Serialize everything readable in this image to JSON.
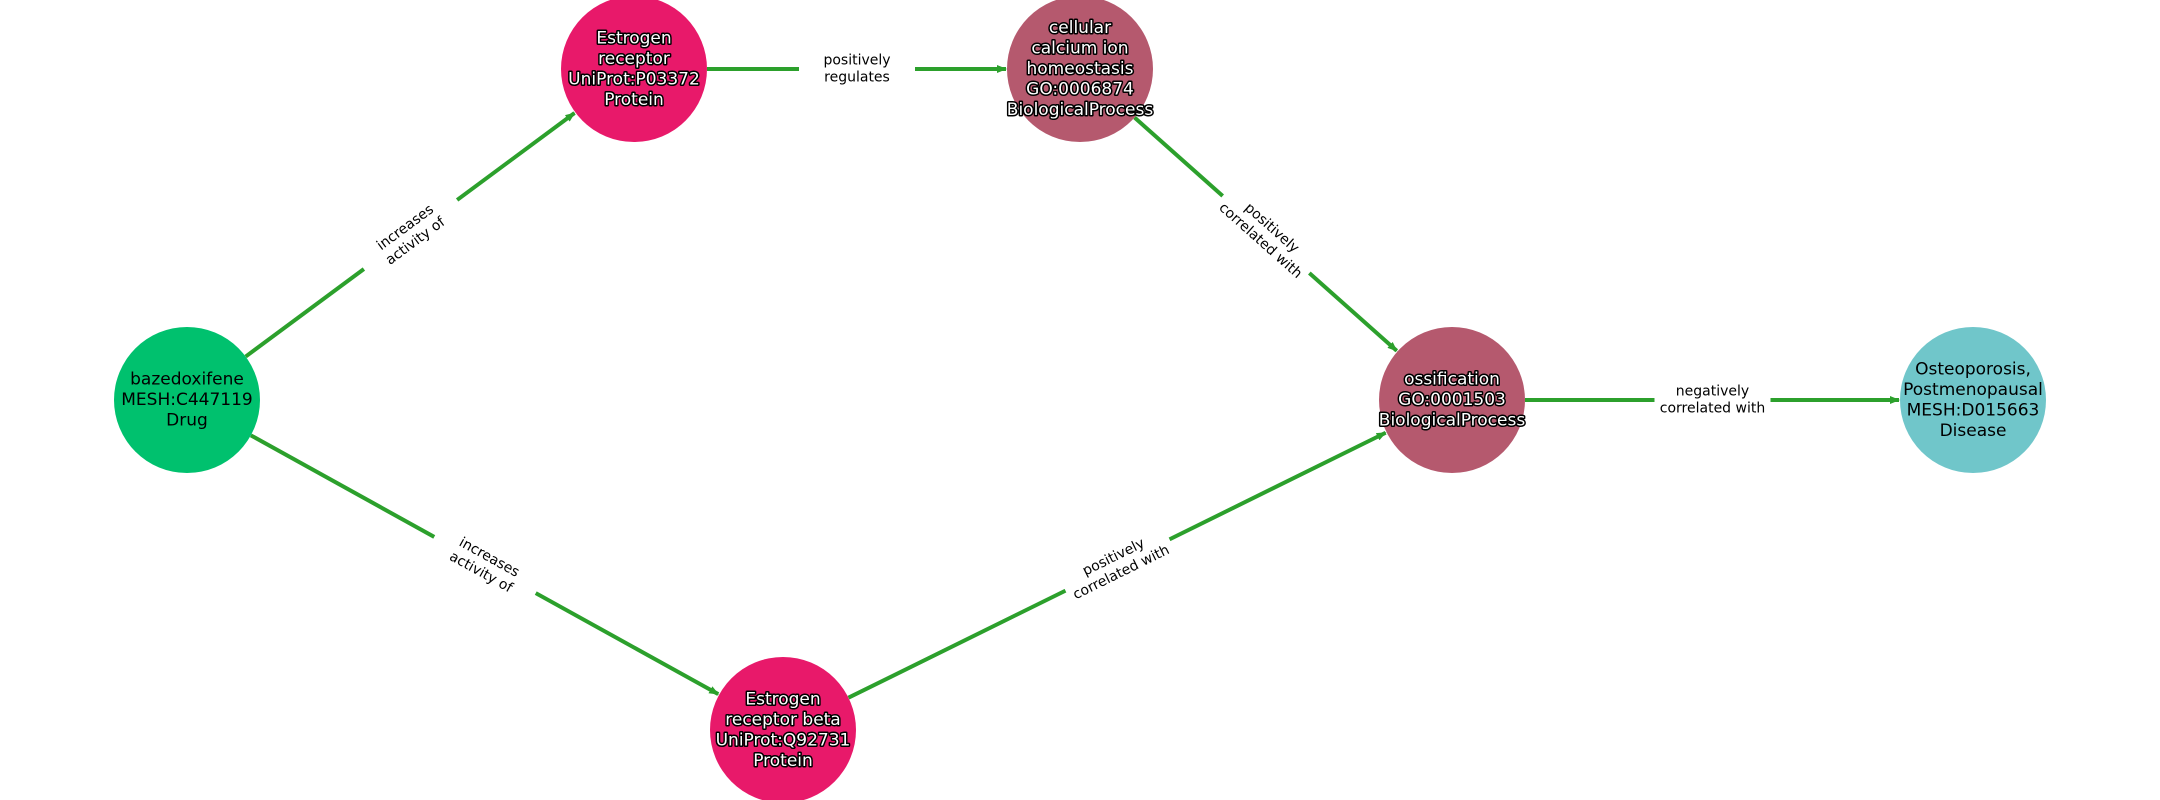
{
  "colors": {
    "edge": "#2ca02c",
    "Drug": "#00c16e",
    "Protein": "#e8196a",
    "BiologicalProcess": "#b5596e",
    "Disease": "#70c6ca"
  },
  "nodes": [
    {
      "id": "bazedoxifene",
      "type": "Drug",
      "lines": [
        "bazedoxifene",
        "MESH:C447119",
        "Drug"
      ]
    },
    {
      "id": "esr1",
      "type": "Protein",
      "lines": [
        "Estrogen",
        "receptor",
        "UniProt:P03372",
        "Protein"
      ]
    },
    {
      "id": "esr2",
      "type": "Protein",
      "lines": [
        "Estrogen",
        "receptor beta",
        "UniProt:Q92731",
        "Protein"
      ]
    },
    {
      "id": "calcium",
      "type": "BiologicalProcess",
      "lines": [
        "cellular",
        "calcium ion",
        "homeostasis",
        "GO:0006874",
        "BiologicalProcess"
      ]
    },
    {
      "id": "ossification",
      "type": "BiologicalProcess",
      "lines": [
        "ossification",
        "GO:0001503",
        "BiologicalProcess"
      ]
    },
    {
      "id": "osteoporosis",
      "type": "Disease",
      "lines": [
        "Osteoporosis,",
        "Postmenopausal",
        "MESH:D015663",
        "Disease"
      ]
    }
  ],
  "edges": [
    {
      "source": "bazedoxifene",
      "target": "esr1",
      "label": [
        "increases",
        "activity of"
      ]
    },
    {
      "source": "bazedoxifene",
      "target": "esr2",
      "label": [
        "increases",
        "activity of"
      ]
    },
    {
      "source": "esr1",
      "target": "calcium",
      "label": [
        "positively",
        "regulates"
      ]
    },
    {
      "source": "calcium",
      "target": "ossification",
      "label": [
        "positively",
        "correlated with"
      ]
    },
    {
      "source": "esr2",
      "target": "ossification",
      "label": [
        "positively",
        "correlated with"
      ]
    },
    {
      "source": "ossification",
      "target": "osteoporosis",
      "label": [
        "negatively",
        "correlated with"
      ]
    }
  ]
}
